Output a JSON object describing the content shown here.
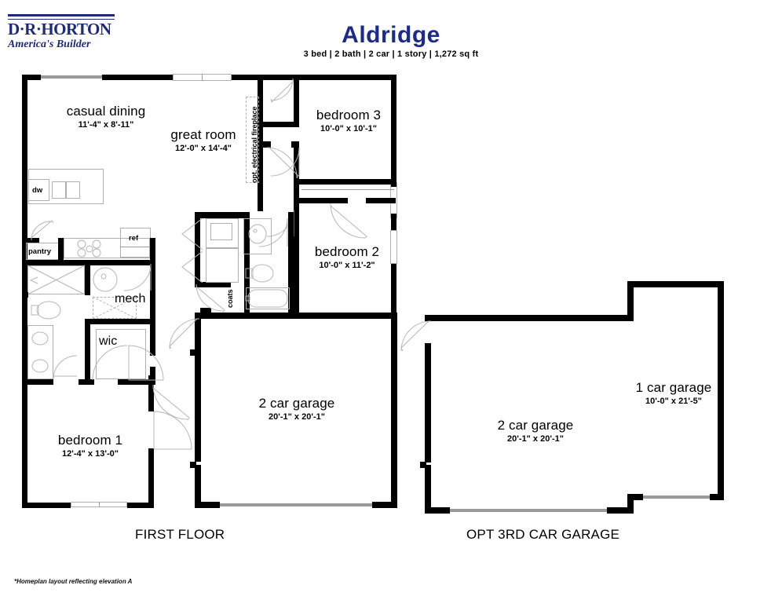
{
  "brand": {
    "logo_main": "D·R·HORTON",
    "logo_tagline": "America's Builder",
    "brand_color": "#1d2a7a"
  },
  "header": {
    "plan_name": "Aldridge",
    "specs": "3 bed | 2 bath | 2 car | 1 story | 1,272  sq ft",
    "title_color": "#1c2a8c"
  },
  "footnote": "*Homeplan layout reflecting elevation A",
  "captions": {
    "first_floor": "FIRST FLOOR",
    "opt_garage": "OPT 3RD CAR GARAGE"
  },
  "first_floor": {
    "rooms": [
      {
        "name": "casual dining",
        "dim": "11'-4\" x 8'-11\""
      },
      {
        "name": "great room",
        "dim": "12'-0\" x 14'-4\""
      },
      {
        "name": "bedroom 3",
        "dim": "10'-0\" x 10'-1\""
      },
      {
        "name": "bedroom 2",
        "dim": "10'-0\" x 11'-2\""
      },
      {
        "name": "bedroom 1",
        "dim": "12'-4\" x 13'-0\""
      },
      {
        "name": "2 car garage",
        "dim": "20'-1\" x 20'-1\""
      }
    ],
    "small_labels": {
      "dw": "dw",
      "ref": "ref",
      "pantry": "pantry",
      "mech": "mech",
      "wic": "wic",
      "coats": "coats",
      "opt_fireplace": "opt. electrical fireplace"
    }
  },
  "opt_garage_plan": {
    "rooms": [
      {
        "name": "2 car garage",
        "dim": "20'-1\" x 20'-1\""
      },
      {
        "name": "1 car garage",
        "dim": "10'-0\" x 21'-5\""
      }
    ]
  }
}
